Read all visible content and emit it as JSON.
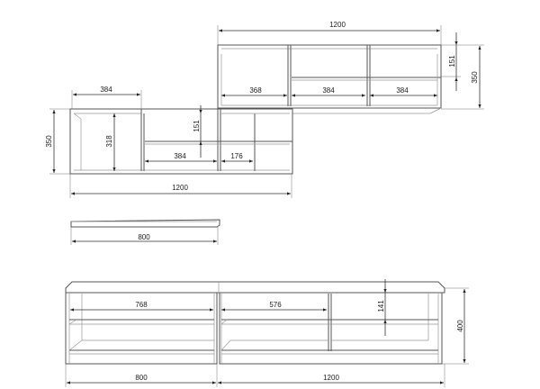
{
  "upper_wall_unit": {
    "width": "1200",
    "height": "350",
    "shelf_gap": "151",
    "compartments": [
      "368",
      "384",
      "384"
    ]
  },
  "lower_wall_unit": {
    "width": "1200",
    "height": "350",
    "inner_height": "318",
    "top_width": "384",
    "shelf_gap": "151",
    "compartments": [
      "384",
      "176"
    ]
  },
  "wall_shelf": {
    "width": "800"
  },
  "tv_bench": {
    "left_width": "800",
    "right_width": "1200",
    "height": "400",
    "shelf_gap": "141",
    "compartments": [
      "768",
      "576"
    ]
  }
}
